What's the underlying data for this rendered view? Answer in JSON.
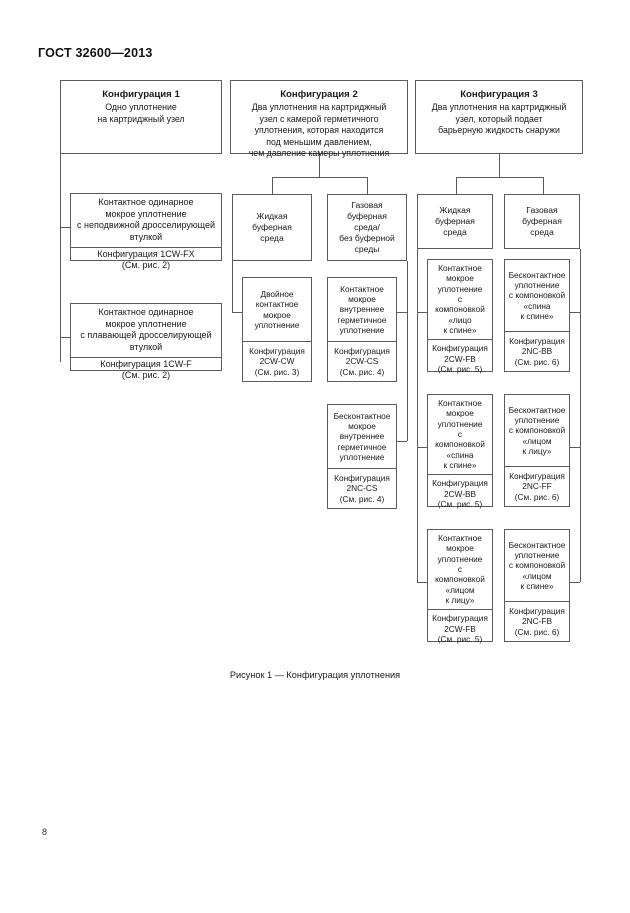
{
  "document": {
    "standard_header": "ГОСТ 32600—2013",
    "page_number": "8",
    "figure_caption": "Рисунок 1 — Конфигурация уплотнения"
  },
  "diagram": {
    "columns": [
      {
        "id": "configuration-1",
        "root": {
          "title": "Конфигурация 1",
          "body": "Одно уплотнение\nна картриджный узел"
        },
        "leaves": [
          {
            "desc": "Контактное одинарное\nмокрое уплотнение\nс неподвижной дросселирующей\nвтулкой",
            "code": "Конфигурация 1CW-FX\n(См. рис. 2)"
          },
          {
            "desc": "Контактное одинарное\nмокрое уплотнение\nс плавающей дросселирующей\nвтулкой",
            "code": "Конфигурация 1CW-F\n(См. рис. 2)"
          }
        ]
      },
      {
        "id": "configuration-2",
        "root": {
          "title": "Конфигурация 2",
          "body": "Два уплотнения на картриджный\nузел с камерой герметичного\nуплотнения, которая находится\nпод меньшим давлением,\nчем давление камеры уплотнения"
        },
        "media": [
          {
            "label": "Жидкая\nбуферная\nсреда"
          },
          {
            "label": "Газовая\nбуферная\nсреда/\nбез буферной\nсреды"
          }
        ],
        "branches": [
          {
            "media_ref": "Жидкая буферная среда",
            "leaves": [
              {
                "desc": "Двойное\nконтактное\nмокрое\nуплотнение",
                "code": "Конфигурация\n2CW-CW\n(См. рис. 3)"
              }
            ]
          },
          {
            "media_ref": "Газовая буферная среда/ без буферной среды",
            "leaves": [
              {
                "desc": "Контактное\nмокрое\nвнутреннее\nгерметичное\nуплотнение",
                "code": "Конфигурация\n2CW-CS\n(См. рис. 4)"
              },
              {
                "desc": "Бесконтактное\nмокрое\nвнутреннее\nгерметичное\nуплотнение",
                "code": "Конфигурация\n2NC-CS\n(См. рис. 4)"
              }
            ]
          }
        ]
      },
      {
        "id": "configuration-3",
        "root": {
          "title": "Конфигурация 3",
          "body": "Два уплотнения на картриджный\nузел, который подает\nбарьерную жидкость снаружи"
        },
        "media": [
          {
            "label": "Жидкая\nбуферная\nсреда"
          },
          {
            "label": "Газовая\nбуферная\nсреда"
          }
        ],
        "branches": [
          {
            "media_ref": "Жидкая буферная среда",
            "leaves": [
              {
                "desc": "Контактное\nмокрое\nуплотнение\nс компоновкой\n«лицо\nк спине»",
                "code": "Конфигурация\n2CW-FB\n(См. рис. 5)"
              },
              {
                "desc": "Контактное\nмокрое\nуплотнение\nс компоновкой\n«спина\nк спине»",
                "code": "Конфигурация\n2CW-BB\n(См. рис. 5)"
              },
              {
                "desc": "Контактное\nмокрое\nуплотнение\nс компоновкой\n«лицом\nк лицу»",
                "code": "Конфигурация\n2CW-FB\n(См. рис. 5)"
              }
            ]
          },
          {
            "media_ref": "Газовая буферная среда",
            "leaves": [
              {
                "desc": "Бесконтактное\nуплотнение\nс компоновкой\n«спина\nк спине»",
                "code": "Конфигурация\n2NC-BB\n(См. рис. 6)"
              },
              {
                "desc": "Бесконтактное\nуплотнение\nс компоновкой\n«лицом\nк лицу»",
                "code": "Конфигурация\n2NC-FF\n(См. рис. 6)"
              },
              {
                "desc": "Бесконтактное\nуплотнение\nс компоновкой\n«лицом\nк спине»",
                "code": "Конфигурация\n2NC-FB\n(См. рис. 6)"
              }
            ]
          }
        ]
      }
    ]
  }
}
